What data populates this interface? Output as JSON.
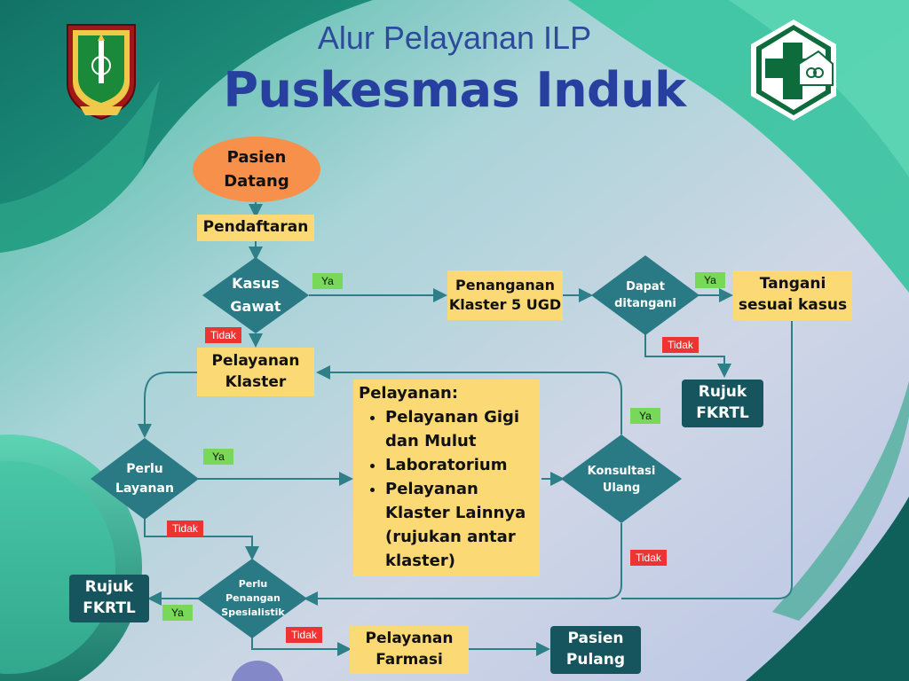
{
  "title": {
    "line1": "Alur Pelayanan ILP",
    "line2": "Puskesmas Induk"
  },
  "logos": {
    "left": "city-emblem",
    "right": "puskesmas-logo"
  },
  "nodes": {
    "pasien_datang": "Pasien Datang",
    "pendaftaran": "Pendaftaran",
    "kasus_gawat": "Kasus Gawat",
    "penanganan_klaster5": "Penanganan Klaster 5 UGD",
    "dapat_ditangani": "Dapat ditangani",
    "tangani_sesuai": "Tangani sesuai kasus",
    "rujuk_fkrtl_1": "Rujuk FKRTL",
    "pelayanan_klaster": "Pelayanan Klaster",
    "perlu_layanan": "Perlu Layanan",
    "konsultasi_ulang": "Konsultasi Ulang",
    "perlu_spesialistik": "Perlu Penangan Spesialistik",
    "rujuk_fkrtl_2": "Rujuk FKRTL",
    "pelayanan_farmasi": "Pelayanan Farmasi",
    "pasien_pulang": "Pasien Pulang"
  },
  "services": {
    "heading": "Pelayanan:",
    "items": [
      "Pelayanan Gigi dan Mulut",
      "Laboratorium",
      "Pelayanan Klaster Lainnya (rujukan antar klaster)"
    ]
  },
  "labels": {
    "yes": "Ya",
    "no": "Tidak"
  },
  "colors": {
    "title": "#2740a0",
    "yellow": "#fbd974",
    "teal_dark": "#16555d",
    "diamond": "#2a7a86",
    "ya": "#78d858",
    "tidak": "#ee3333",
    "oval": "#f6904a",
    "line": "#2e7f87"
  }
}
